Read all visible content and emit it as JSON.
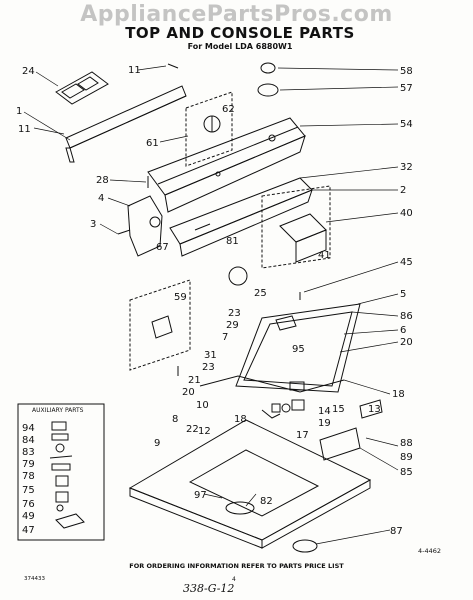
{
  "watermark": "AppliancePartsPros.com",
  "title": "TOP AND CONSOLE PARTS",
  "subtitle": "For Model LDA 6880W1",
  "auxiliary_title": "AUXILIARY PARTS",
  "footer": "FOR ORDERING INFORMATION REFER TO PARTS PRICE LIST",
  "doc_id": "374433",
  "page_number": "4",
  "handwritten_note": "338-G-12",
  "reference_number": "4-4462",
  "callouts": [
    {
      "id": "c24",
      "label": "24"
    },
    {
      "id": "c11a",
      "label": "11"
    },
    {
      "id": "c58",
      "label": "58"
    },
    {
      "id": "c57",
      "label": "57"
    },
    {
      "id": "c1",
      "label": "1"
    },
    {
      "id": "c62",
      "label": "62"
    },
    {
      "id": "c11b",
      "label": "11"
    },
    {
      "id": "c61",
      "label": "61"
    },
    {
      "id": "c54",
      "label": "54"
    },
    {
      "id": "c32",
      "label": "32"
    },
    {
      "id": "c28",
      "label": "28"
    },
    {
      "id": "c2",
      "label": "2"
    },
    {
      "id": "c4",
      "label": "4"
    },
    {
      "id": "c40",
      "label": "40"
    },
    {
      "id": "c3",
      "label": "3"
    },
    {
      "id": "c67",
      "label": "67"
    },
    {
      "id": "c81",
      "label": "81"
    },
    {
      "id": "c41",
      "label": "41"
    },
    {
      "id": "c45",
      "label": "45"
    },
    {
      "id": "c25",
      "label": "25"
    },
    {
      "id": "c59",
      "label": "59"
    },
    {
      "id": "c23a",
      "label": "23"
    },
    {
      "id": "c5",
      "label": "5"
    },
    {
      "id": "c29",
      "label": "29"
    },
    {
      "id": "c86",
      "label": "86"
    },
    {
      "id": "c7",
      "label": "7"
    },
    {
      "id": "c6",
      "label": "6"
    },
    {
      "id": "c20a",
      "label": "20"
    },
    {
      "id": "c95",
      "label": "95"
    },
    {
      "id": "c31",
      "label": "31"
    },
    {
      "id": "c23b",
      "label": "23"
    },
    {
      "id": "c21",
      "label": "21"
    },
    {
      "id": "c18a",
      "label": "18"
    },
    {
      "id": "c20b",
      "label": "20"
    },
    {
      "id": "c13",
      "label": "13"
    },
    {
      "id": "c10",
      "label": "10"
    },
    {
      "id": "c14",
      "label": "14"
    },
    {
      "id": "c15",
      "label": "15"
    },
    {
      "id": "c19",
      "label": "19"
    },
    {
      "id": "c8",
      "label": "8"
    },
    {
      "id": "c12",
      "label": "12"
    },
    {
      "id": "c18b",
      "label": "18"
    },
    {
      "id": "c17",
      "label": "17"
    },
    {
      "id": "c22",
      "label": "22"
    },
    {
      "id": "c9",
      "label": "9"
    },
    {
      "id": "c88",
      "label": "88"
    },
    {
      "id": "c89",
      "label": "89"
    },
    {
      "id": "c85",
      "label": "85"
    },
    {
      "id": "c97",
      "label": "97"
    },
    {
      "id": "c82",
      "label": "82"
    },
    {
      "id": "c87",
      "label": "87"
    },
    {
      "id": "c94",
      "label": "94"
    },
    {
      "id": "c84",
      "label": "84"
    },
    {
      "id": "c83",
      "label": "83"
    },
    {
      "id": "c79",
      "label": "79"
    },
    {
      "id": "c78",
      "label": "78"
    },
    {
      "id": "c75",
      "label": "75"
    },
    {
      "id": "c76",
      "label": "76"
    },
    {
      "id": "c49",
      "label": "49"
    },
    {
      "id": "c47",
      "label": "47"
    }
  ],
  "colors": {
    "ink": "#111111",
    "paper": "#fdfdfb",
    "watermark": "#969696"
  }
}
